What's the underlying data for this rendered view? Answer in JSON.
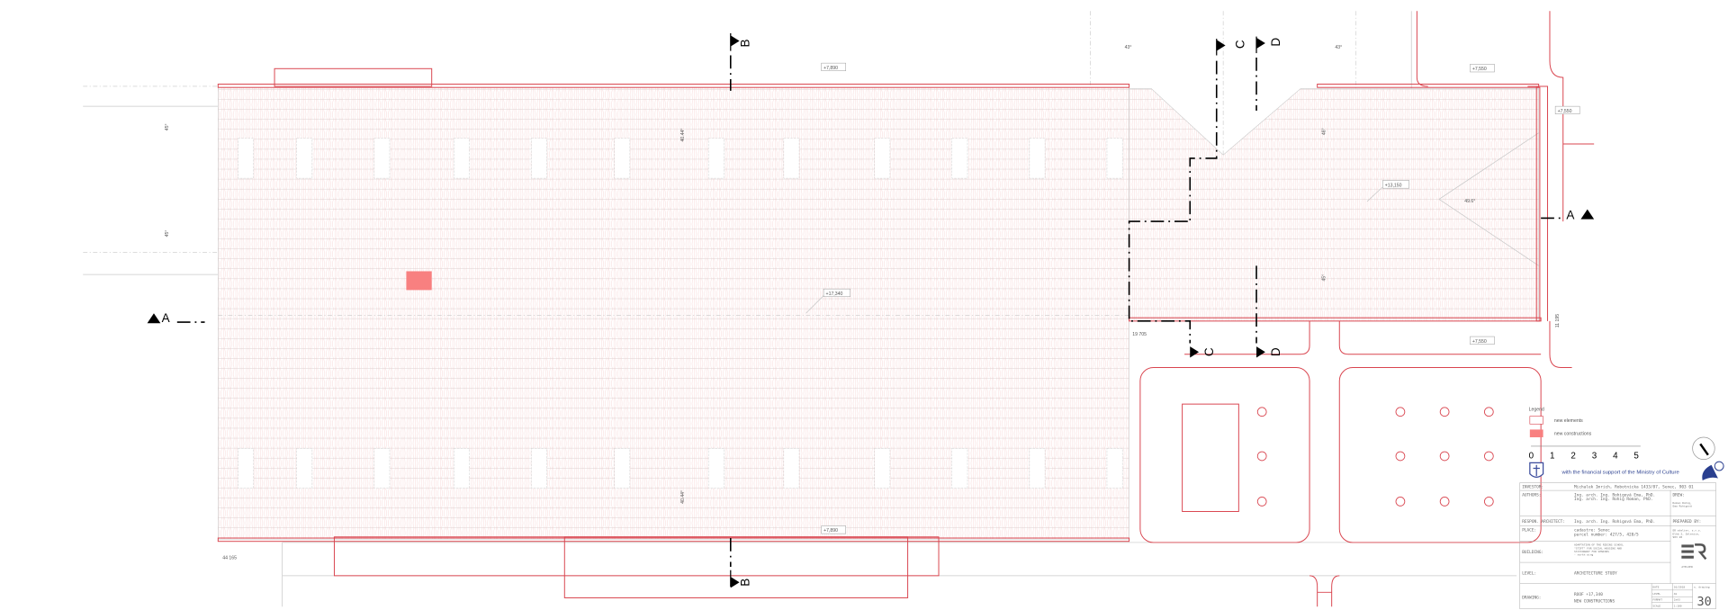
{
  "drawing": {
    "sections": {
      "a": "A",
      "b": "B",
      "c": "C",
      "d": "D"
    },
    "labels": {
      "angle_45_top": "45°",
      "angle_45_mid": "45°",
      "angle_40_top": "40.44°",
      "angle_40_bottom": "40.44°",
      "eave_top": "+7,890",
      "eave_bottom": "+7,890",
      "ridge_main": "+17,340",
      "length_total": "44 165",
      "length_wing": "19 705",
      "width_wing": "11 195",
      "angle_43_left": "43°",
      "angle_43_right": "43°",
      "eave_wing_top": "+7,550",
      "eave_wing_right": "+7,550",
      "eave_wing_bottom": "+7,550",
      "ridge_wing": "+13,150",
      "angle_49": "49.6°",
      "angle_48": "48°",
      "angle_45_wing": "45°"
    }
  },
  "legend": {
    "title": "Legend",
    "items": [
      {
        "label": "new elements",
        "color": "#ffffff"
      },
      {
        "label": "new constructions",
        "color": "#f88080"
      }
    ]
  },
  "scale_bar": {
    "ticks": [
      "0",
      "1",
      "2",
      "3",
      "4",
      "5"
    ]
  },
  "support_text": "with the financial support of the Ministry of Culture",
  "title_block": {
    "investor_label": "INVESTOR:",
    "investor": "Michalek Imrich, Robotnícka 1433/87, Senec, 903 01",
    "authors_label": "AUTHORS:",
    "authors_1": "Ing. arch. Ing. Rohigová Ema, PhD.",
    "authors_2": "Ing. arch. Ing. Rohig Roman, PhD.",
    "drew_label": "DREW:",
    "drew_1": "Roman Rohig,",
    "drew_2": "Ema Rohigová",
    "respon_label": "RESPON. ARCHITECT:",
    "respon": "Ing. arch. Ing. Rohigová Ema, PhD.",
    "prepared_label": "PREPARED BY:",
    "prepared_1": "ER atelier, s.r.o.",
    "prepared_2": "Dlhá 2, Zelenice,",
    "prepared_3": "903 28",
    "place_label": "PLACE:",
    "place_1": "cadastre: Senec",
    "place_2": "parcel number: 427/5, 428/5",
    "building_label": "BUILDING:",
    "building_1": "ADAPTATION OF THE RIDING SCHOOL",
    "building_2": "\"STIFT\" FOR SOCIAL HOUSING AND",
    "building_3": "STATIONARY FOR SENIORS",
    "building_4": "- north wing",
    "level_label": "LEVEL:",
    "level": "ARCHITECTURE STUDY",
    "drawing_label": "DRAWING:",
    "drawing_1": "ROOF +17,340",
    "drawing_2": "NEW CONSTRUCTIONS",
    "date_label": "DATE",
    "date": "10/2018",
    "lvl_label": "LEVEL",
    "lvl": "AS",
    "format_label": "FORMAT",
    "format": "2xA3",
    "scale_label": "SCALE",
    "scale": "1:100",
    "ndrawing_label": "n. drawing",
    "ndrawing": "30",
    "logo_text": "ATELIER"
  }
}
